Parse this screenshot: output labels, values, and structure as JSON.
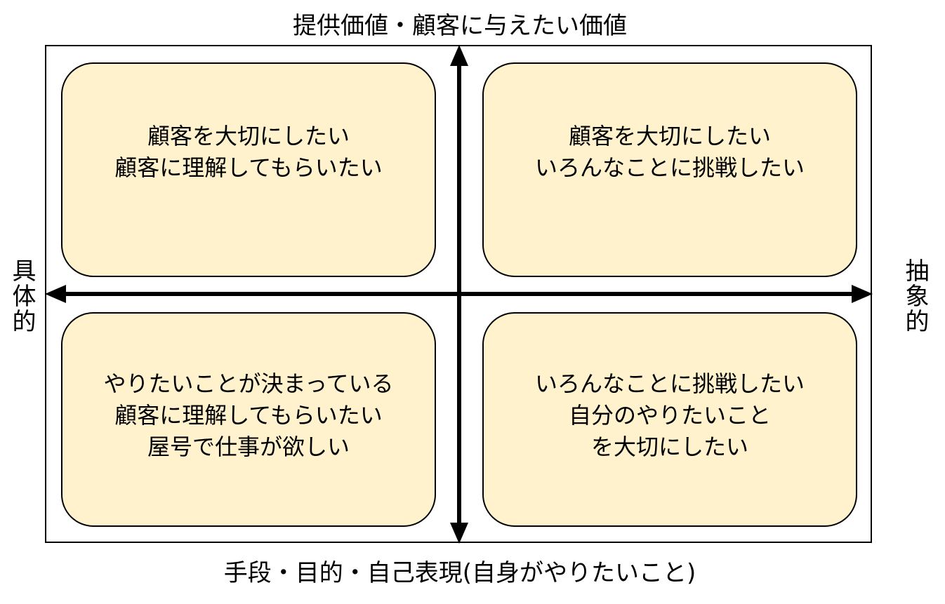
{
  "axes": {
    "top": "提供価値・顧客に与えたい価値",
    "bottom": "手段・目的・自己表現(自身がやりたいこと)",
    "left": "具体的",
    "right": "抽象的"
  },
  "quadrants": {
    "top_left": [
      "顧客を大切にしたい",
      "顧客に理解してもらいたい"
    ],
    "top_right": [
      "顧客を大切にしたい",
      "いろんなことに挑戦したい"
    ],
    "bottom_left": [
      "やりたいことが決まっている",
      "顧客に理解してもらいたい",
      "屋号で仕事が欲しい"
    ],
    "bottom_right": [
      "いろんなことに挑戦したい",
      "自分のやりたいこと",
      "を大切にしたい"
    ]
  },
  "colors": {
    "box_fill": "#fff2cc",
    "stroke": "#000000"
  }
}
